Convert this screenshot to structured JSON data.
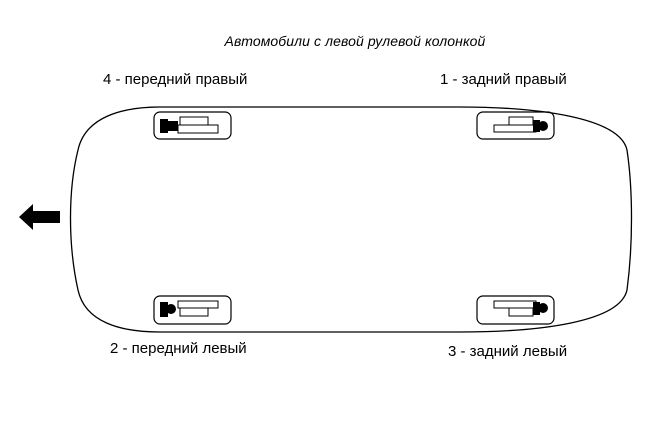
{
  "title": "Автомобили с левой рулевой колонкой",
  "wheels": {
    "front_right": "4 - передний правый",
    "rear_right": "1 - задний правый",
    "front_left": "2  - передний левый",
    "rear_left": "3 - задний левый"
  },
  "direction_arrow": "arrow-left-icon",
  "colors": {
    "line": "#000000",
    "background": "#ffffff"
  }
}
